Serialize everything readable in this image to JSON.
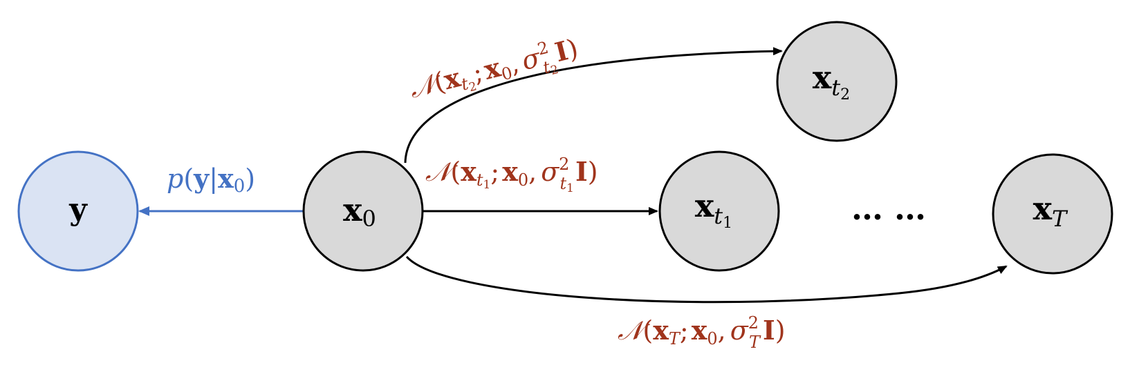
{
  "colors": {
    "observed_fill": "#dae3f3",
    "observed_stroke": "#4472c4",
    "latent_fill": "#d9d9d9",
    "latent_stroke": "#000000",
    "edge_black": "#000000",
    "edge_blue": "#4472c4",
    "label_red": "#a0341c",
    "label_blue": "#4472c4"
  },
  "nodes": {
    "y": {
      "main": "y",
      "sub": ""
    },
    "x0": {
      "main": "x",
      "sub": "0"
    },
    "xt2": {
      "main": "x",
      "sub": "t",
      "subsub": "2"
    },
    "xt1": {
      "main": "x",
      "sub": "t",
      "subsub": "1"
    },
    "xT": {
      "main": "x",
      "sub": "T"
    }
  },
  "ellipsis": "… …",
  "labels": {
    "p_y_x0": {
      "p": "p",
      "open": "(",
      "y": "y",
      "bar": "|",
      "x": "x",
      "sub": "0",
      "close": ")"
    },
    "normal_t2": {
      "N": "𝒩",
      "open": "(",
      "x1": "x",
      "sub1": "t",
      "subsub1": "2",
      "semi": ";",
      "x2": "x",
      "sub2": "0",
      "comma": ",",
      "sigma": "σ",
      "sup": "2",
      "sigsub": "t",
      "sigsubsub": "2",
      "I": "I",
      "close": ")"
    },
    "normal_t1": {
      "N": "𝒩",
      "open": "(",
      "x1": "x",
      "sub1": "t",
      "subsub1": "1",
      "semi": ";",
      "x2": "x",
      "sub2": "0",
      "comma": ",",
      "sigma": "σ",
      "sup": "2",
      "sigsub": "t",
      "sigsubsub": "1",
      "I": "I",
      "close": ")"
    },
    "normal_T": {
      "N": "𝒩",
      "open": "(",
      "x1": "x",
      "sub1": "T",
      "semi": ";",
      "x2": "x",
      "sub2": "0",
      "comma": ",",
      "sigma": "σ",
      "sup": "2",
      "sigsub": "T",
      "I": "I",
      "close": ")"
    }
  }
}
